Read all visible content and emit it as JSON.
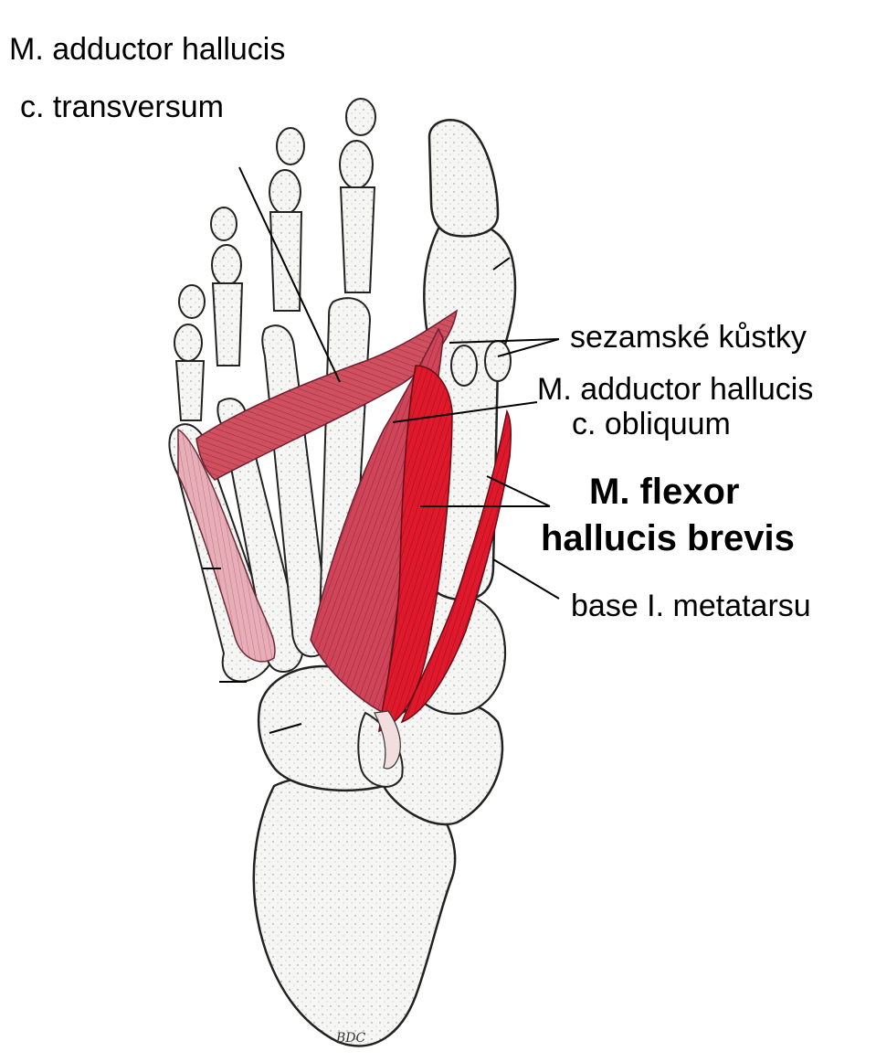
{
  "labels": {
    "adductor_transversum_line1": "M. adductor hallucis",
    "adductor_transversum_line2": "c. transversum",
    "sesamoid": "sezamské kůstky",
    "adductor_obliquum_line1": "M. adductor hallucis",
    "adductor_obliquum_line2": "c. obliquum",
    "flexor_line1": "M. flexor",
    "flexor_line2": "hallucis brevis",
    "base_metatarsal": "base I. metatarsu"
  },
  "signature": "BDC",
  "colors": {
    "background": "#ffffff",
    "bone": "#f4f4f2",
    "bone_outline": "#222222",
    "muscle_bright": "#e0182c",
    "muscle_pale": "#d98a98",
    "muscle_mid": "#c9485a",
    "leader": "#000000"
  }
}
